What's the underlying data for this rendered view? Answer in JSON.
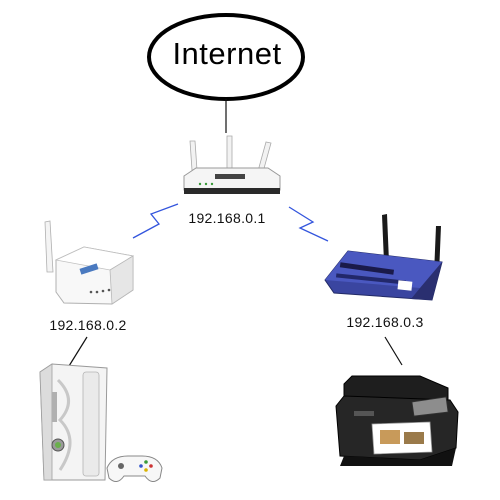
{
  "cloud": {
    "label": "Internet"
  },
  "devices": {
    "main_router": {
      "ip": "192.168.0.1"
    },
    "left_router": {
      "ip": "192.168.0.2"
    },
    "right_router": {
      "ip": "192.168.0.3"
    }
  },
  "icons": {
    "main_router": "white-wifi-router-icon",
    "left_router": "white-access-point-icon",
    "right_router": "blue-linksys-router-icon",
    "console": "game-console-with-controller-icon",
    "printer": "inkjet-printer-icon"
  },
  "colors": {
    "wireless_link": "#3355dd",
    "wired_link": "#111111",
    "linksys_blue": "#3a45a0",
    "outline": "#000000"
  }
}
